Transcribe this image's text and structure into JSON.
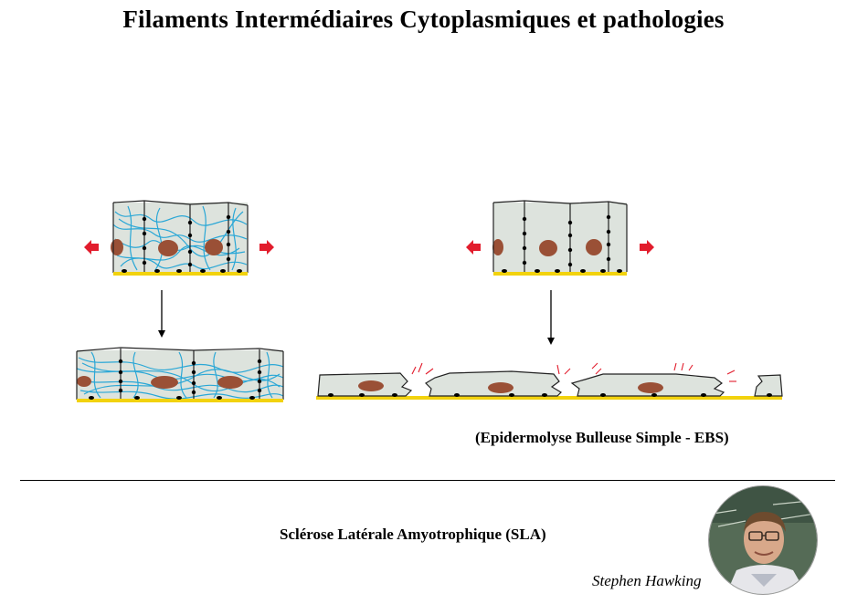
{
  "title": "Filaments Intermédiaires Cytoplasmiques et pathologies",
  "ebs_label": "(Epidermolyse Bulleuse Simple - EBS)",
  "sla_label": "Sclérose Latérale Amyotrophique (SLA)",
  "portrait_caption": "Stephen Hawking",
  "colors": {
    "cell_fill": "#dde3dd",
    "cell_outline": "#222222",
    "nucleus": "#9a5036",
    "filament": "#2aa7d6",
    "basal_membrane": "#f2d20d",
    "arrow_red": "#e21c2c",
    "anchor": "#000000"
  },
  "icons": [
    "arrow-left-icon",
    "arrow-right-icon",
    "arrow-down-icon",
    "portrait-photo"
  ]
}
